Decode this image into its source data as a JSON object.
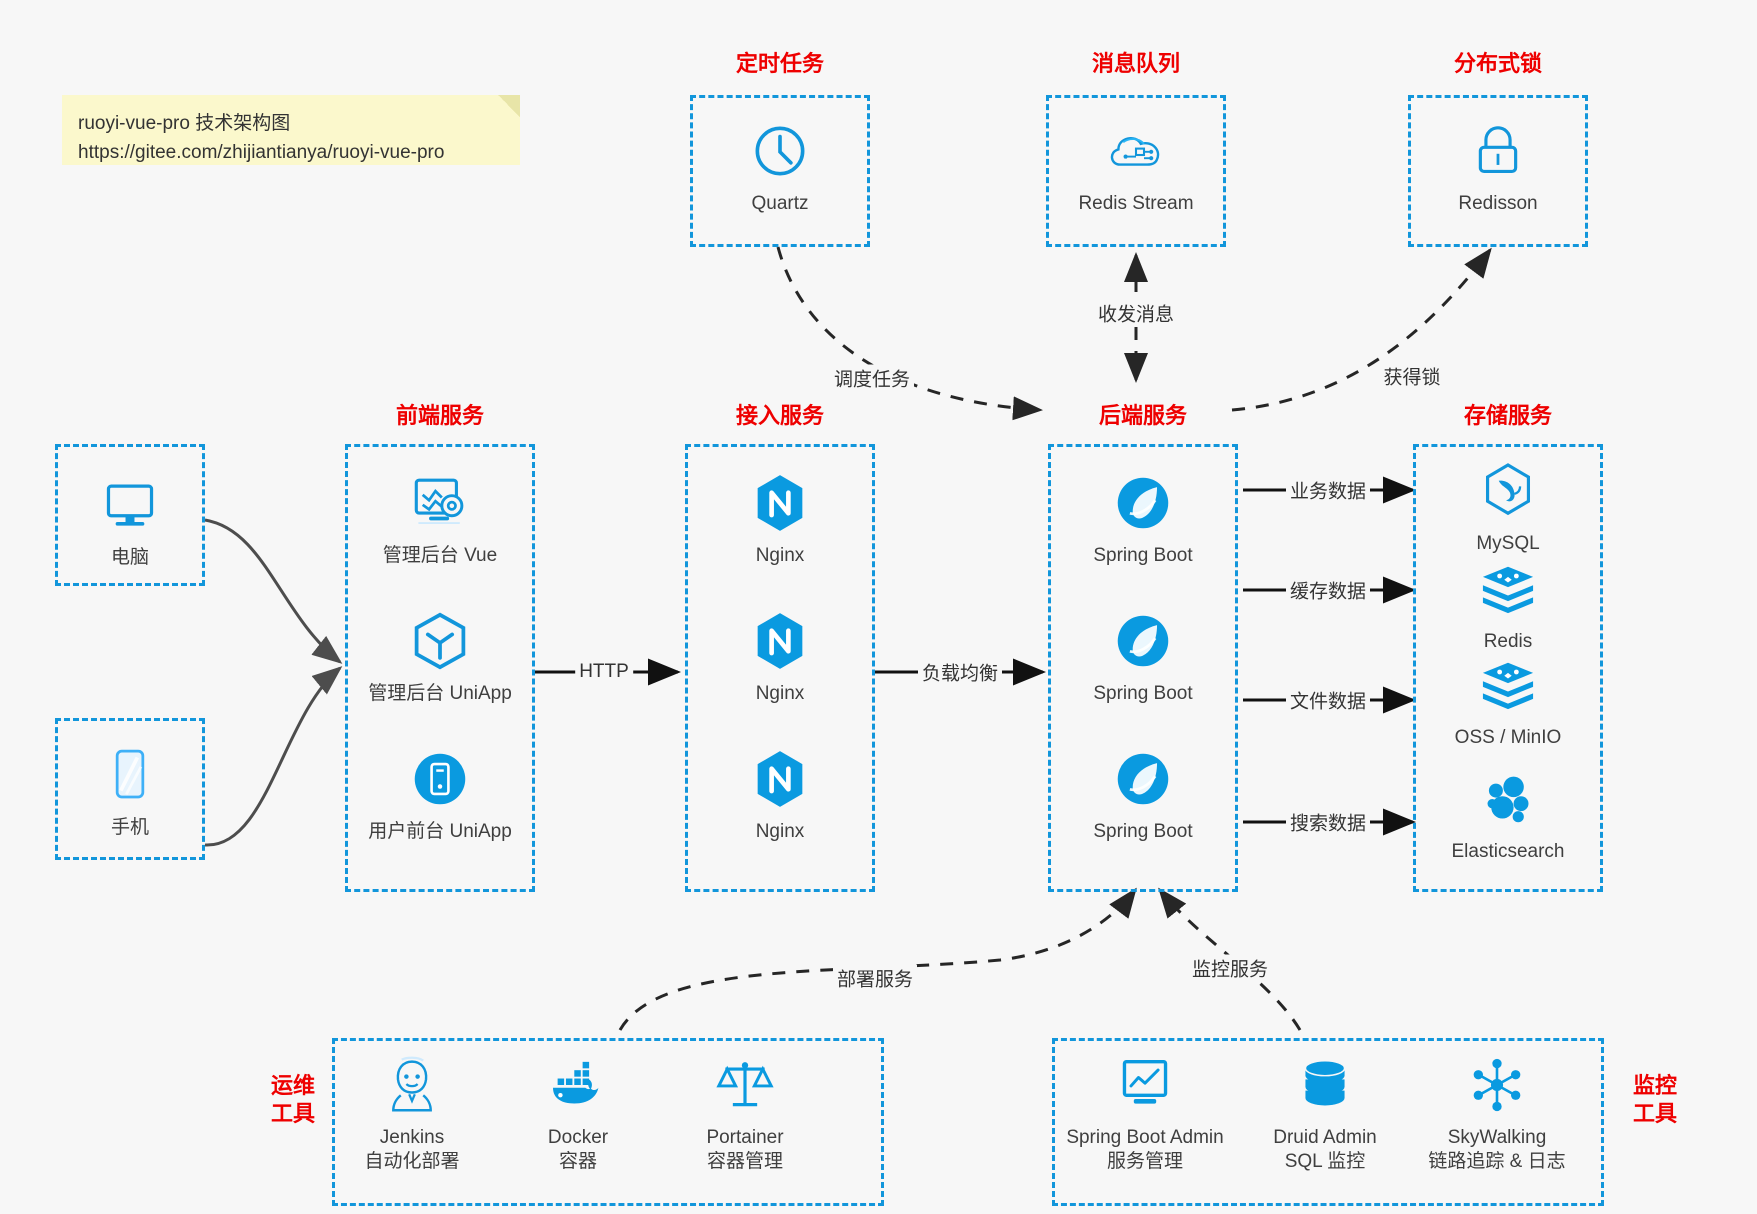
{
  "note": {
    "line1": "ruoyi-vue-pro 技术架构图",
    "line2": "https://gitee.com/zhijiantianya/ruoyi-vue-pro"
  },
  "colors": {
    "accent": "#1296db",
    "group_title": "#ee0000",
    "caption": "#3f3f3f",
    "background": "#f7f7f7",
    "note": "#fbf8cc",
    "solid_edge": "#4d4d4d",
    "dashed_edge": "#262626"
  },
  "groups": {
    "scheduled_task": {
      "title": "定时任务"
    },
    "message_queue": {
      "title": "消息队列"
    },
    "distributed_lock": {
      "title": "分布式锁"
    },
    "frontend": {
      "title": "前端服务"
    },
    "gateway": {
      "title": "接入服务"
    },
    "backend": {
      "title": "后端服务"
    },
    "storage": {
      "title": "存储服务"
    },
    "devops": {
      "title": "运维\n工具",
      "line1": "运维",
      "line2": "工具"
    },
    "monitor": {
      "title": "监控\n工具",
      "line1": "监控",
      "line2": "工具"
    }
  },
  "clients": [
    {
      "id": "pc",
      "label": "电脑",
      "icon": "desktop-monitor-icon"
    },
    {
      "id": "phone",
      "label": "手机",
      "icon": "mobile-phone-icon"
    }
  ],
  "frontend_nodes": [
    {
      "id": "admin-vue",
      "label": "管理后台 Vue",
      "icon": "vue-admin-dashboard-icon"
    },
    {
      "id": "admin-uniapp",
      "label": "管理后台 UniApp",
      "icon": "uniapp-cube-icon"
    },
    {
      "id": "user-uniapp",
      "label": "用户前台 UniApp",
      "icon": "uniapp-mobile-icon"
    }
  ],
  "gateway_nodes": [
    {
      "id": "nginx-1",
      "label": "Nginx",
      "icon": "nginx-icon"
    },
    {
      "id": "nginx-2",
      "label": "Nginx",
      "icon": "nginx-icon"
    },
    {
      "id": "nginx-3",
      "label": "Nginx",
      "icon": "nginx-icon"
    }
  ],
  "backend_nodes": [
    {
      "id": "spring-boot-1",
      "label": "Spring Boot",
      "icon": "spring-boot-leaf-icon"
    },
    {
      "id": "spring-boot-2",
      "label": "Spring Boot",
      "icon": "spring-boot-leaf-icon"
    },
    {
      "id": "spring-boot-3",
      "label": "Spring Boot",
      "icon": "spring-boot-leaf-icon"
    }
  ],
  "storage_nodes": [
    {
      "id": "mysql",
      "label": "MySQL",
      "icon": "mysql-dolphin-icon"
    },
    {
      "id": "redis",
      "label": "Redis",
      "icon": "redis-stack-icon"
    },
    {
      "id": "oss-minio",
      "label": "OSS / MinIO",
      "icon": "redis-stack-icon"
    },
    {
      "id": "elasticsearch",
      "label": "Elasticsearch",
      "icon": "elasticsearch-cluster-icon"
    }
  ],
  "top_nodes": [
    {
      "id": "quartz",
      "label": "Quartz",
      "icon": "clock-icon"
    },
    {
      "id": "redis-stream",
      "label": "Redis Stream",
      "icon": "cloud-stream-icon"
    },
    {
      "id": "redisson",
      "label": "Redisson",
      "icon": "padlock-icon"
    }
  ],
  "devops_nodes": [
    {
      "id": "jenkins",
      "label": "Jenkins",
      "sub": "自动化部署",
      "icon": "jenkins-butler-icon"
    },
    {
      "id": "docker",
      "label": "Docker",
      "sub": "容器",
      "icon": "docker-whale-icon"
    },
    {
      "id": "portainer",
      "label": "Portainer",
      "sub": "容器管理",
      "icon": "portainer-scales-icon"
    }
  ],
  "monitor_nodes": [
    {
      "id": "spring-boot-admin",
      "label": "Spring Boot Admin",
      "sub": "服务管理",
      "icon": "monitor-chart-icon"
    },
    {
      "id": "druid-admin",
      "label": "Druid Admin",
      "sub": "SQL 监控",
      "icon": "database-cylinder-icon"
    },
    {
      "id": "skywalking",
      "label": "SkyWalking",
      "sub": "链路追踪 & 日志",
      "icon": "skywalking-nodes-icon"
    }
  ],
  "edge_labels": {
    "schedule_task": "调度任务",
    "send_receive_message": "收发消息",
    "acquire_lock": "获得锁",
    "http": "HTTP",
    "load_balance": "负载均衡",
    "business_data": "业务数据",
    "cache_data": "缓存数据",
    "file_data": "文件数据",
    "search_data": "搜索数据",
    "deploy_service": "部署服务",
    "monitor_service": "监控服务"
  }
}
